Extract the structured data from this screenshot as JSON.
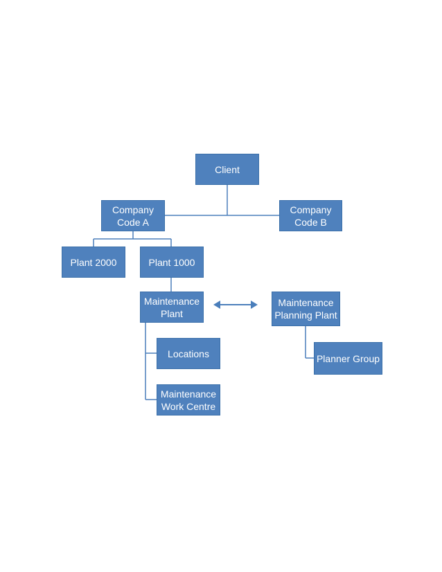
{
  "diagram": {
    "colors": {
      "box_fill": "#4f81bd",
      "box_text": "#ffffff",
      "connector": "#4a7ebb"
    },
    "nodes": {
      "client": "Client",
      "company_code_a": "Company\nCode A",
      "company_code_b": "Company\nCode B",
      "plant_2000": "Plant 2000",
      "plant_1000": "Plant 1000",
      "maintenance_plant": "Maintenance\nPlant",
      "maintenance_planning_plant": "Maintenance\nPlanning Plant",
      "locations": "Locations",
      "maintenance_work_centre": "Maintenance\nWork Centre",
      "planner_group": "Planner Group"
    }
  }
}
